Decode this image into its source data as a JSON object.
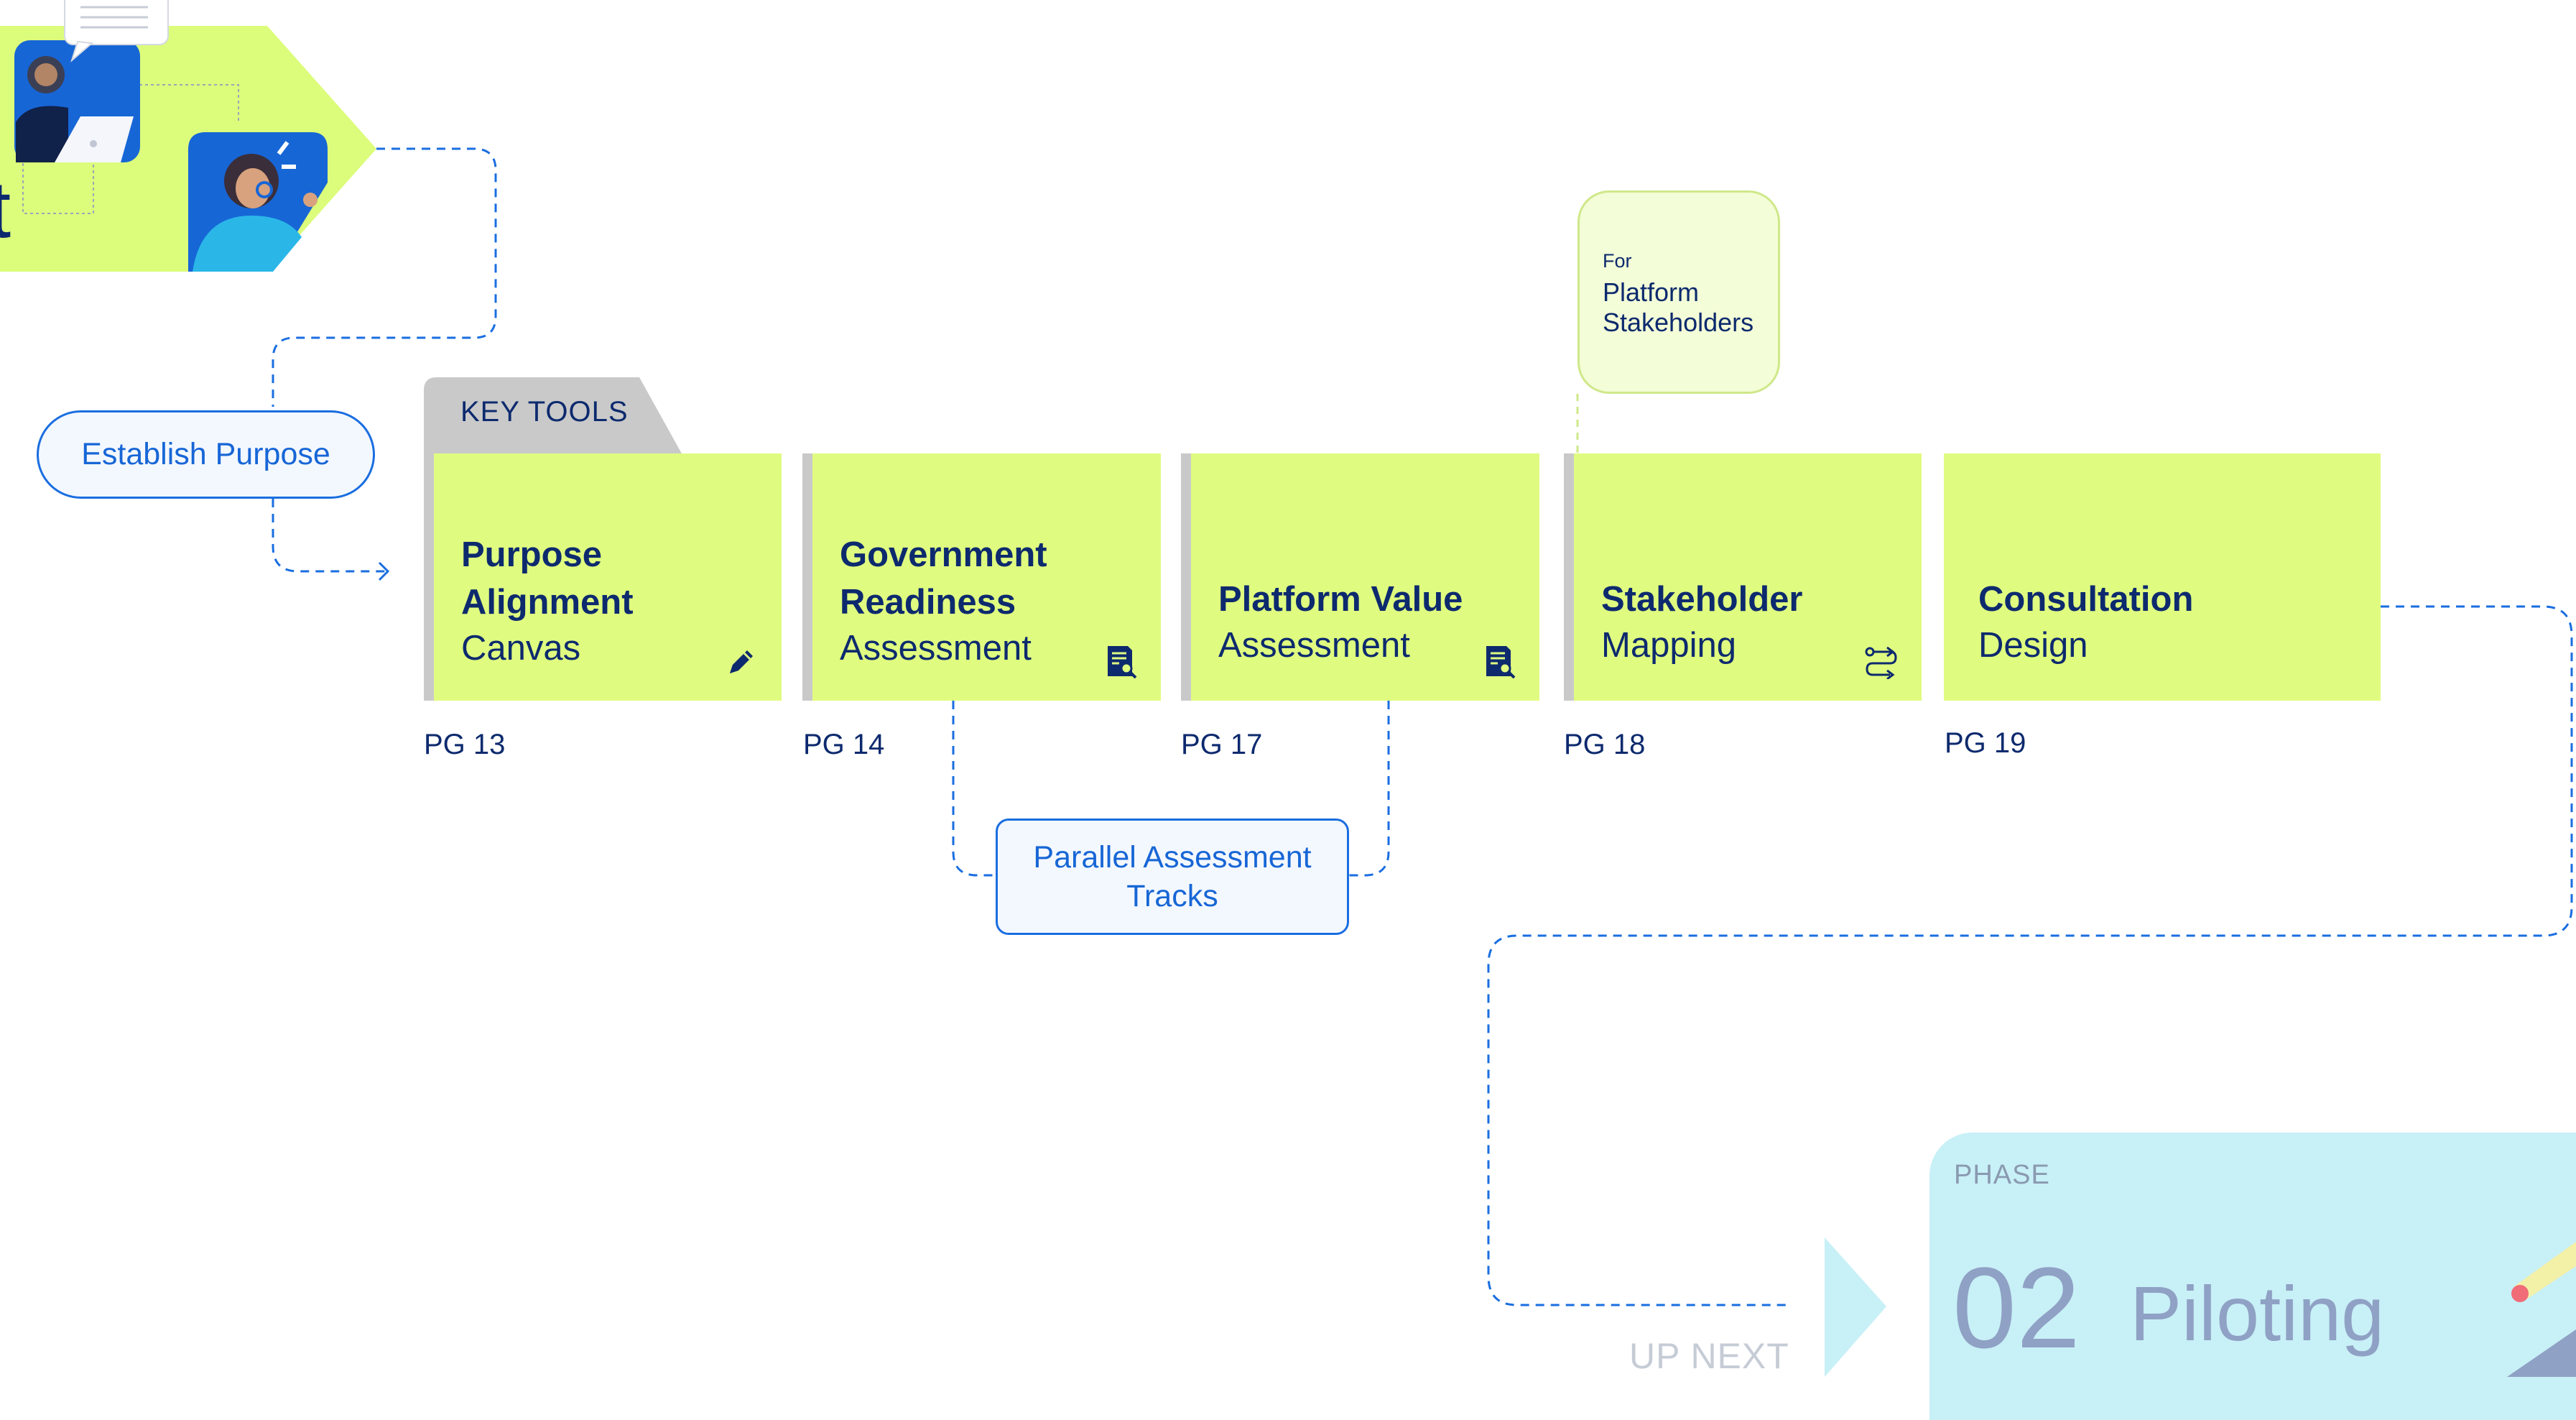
{
  "hero": {
    "title_fragment": "t"
  },
  "establish_purpose": "Establish Purpose",
  "key_tools_label": "KEY TOOLS",
  "tools": [
    {
      "title_lines": [
        "Purpose",
        "Alignment"
      ],
      "subtitle": "Canvas",
      "page": "PG 13",
      "icon": "pencil-icon"
    },
    {
      "title_lines": [
        "Government",
        "Readiness"
      ],
      "subtitle": "Assessment",
      "page": "PG 14",
      "icon": "document-search-icon"
    },
    {
      "title_lines": [
        "Platform Value"
      ],
      "subtitle": "Assessment",
      "page": "PG 17",
      "icon": "document-search-icon"
    },
    {
      "title_lines": [
        "Stakeholder"
      ],
      "subtitle": "Mapping",
      "page": "PG 18",
      "icon": "route-icon"
    },
    {
      "title_lines": [
        "Consultation"
      ],
      "subtitle": "Design",
      "page": "PG 19",
      "icon": ""
    }
  ],
  "parallel_tracks": "Parallel Assessment Tracks",
  "callout": {
    "for": "For",
    "who": "Platform Stakeholders"
  },
  "next_phase": {
    "up_next": "UP NEXT",
    "label": "PHASE",
    "number": "02",
    "name": "Piloting"
  },
  "colors": {
    "card": "#e0fc80",
    "navy": "#0d2a6e",
    "link_blue": "#1766d6",
    "phase_panel": "#c8f0f7"
  }
}
